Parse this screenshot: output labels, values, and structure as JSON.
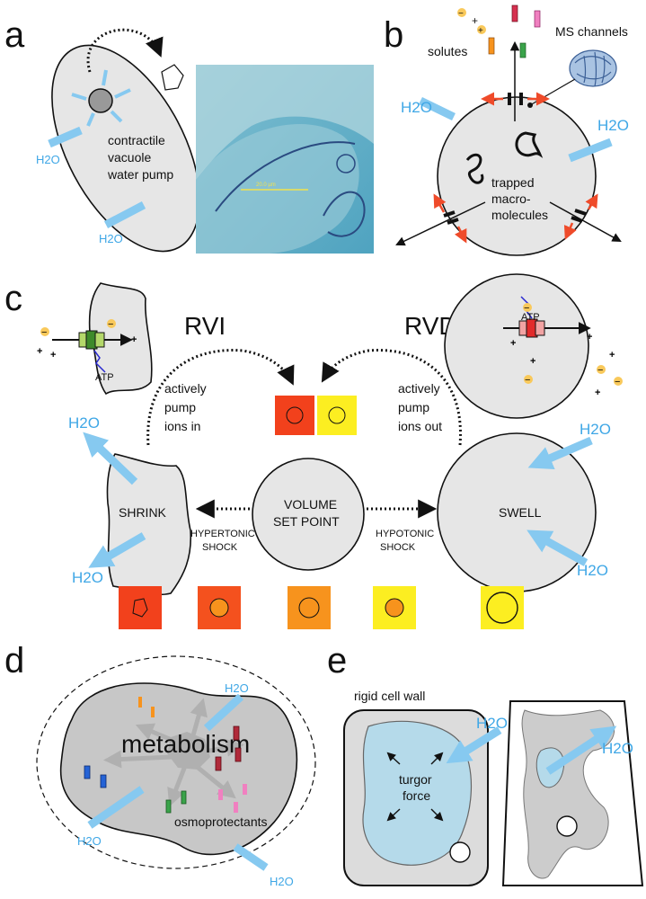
{
  "panels": {
    "a": "a",
    "b": "b",
    "c": "c",
    "d": "d",
    "e": "e"
  },
  "panel_a": {
    "label_line1": "contractile",
    "label_line2": "vacuole",
    "label_line3": "water pump",
    "water1": "H2O",
    "water2": "H2O",
    "scale_bar": "20.0 µm"
  },
  "panel_b": {
    "solutes": "solutes",
    "ms_channels": "MS channels",
    "water1": "H2O",
    "water2": "H2O",
    "center_line1": "trapped",
    "center_line2": "macro-",
    "center_line3": "molecules"
  },
  "panel_c": {
    "rvi": "RVI",
    "rvd": "RVD",
    "atp1": "ATP",
    "atp2": "ATP",
    "left_text": [
      "actively",
      "pump",
      "ions in"
    ],
    "right_text": [
      "actively",
      "pump",
      "ions out"
    ],
    "shrink": "SHRINK",
    "swell": "SWELL",
    "setpoint_line1": "VOLUME",
    "setpoint_line2": "SET POINT",
    "hypertonic_line1": "HYPERTONIC",
    "hypertonic_line2": "SHOCK",
    "hypotonic_line1": "HYPOTONIC",
    "hypotonic_line2": "SHOCK",
    "water_tl": "H2O",
    "water_bl": "H2O",
    "water_tr": "H2O",
    "water_br": "H2O",
    "colors": {
      "red": "#f2411c",
      "redorange": "#f4511e",
      "orange": "#f7931d",
      "yellow": "#fcee21"
    }
  },
  "panel_d": {
    "metabolism": "metabolism",
    "osmoprotectants": "osmoprotectants",
    "water1": "H2O",
    "water2": "H2O",
    "water3": "H2O"
  },
  "panel_e": {
    "wall": "rigid cell wall",
    "turgor_line1": "turgor",
    "turgor_line2": "force",
    "water1": "H2O",
    "water2": "H2O"
  }
}
